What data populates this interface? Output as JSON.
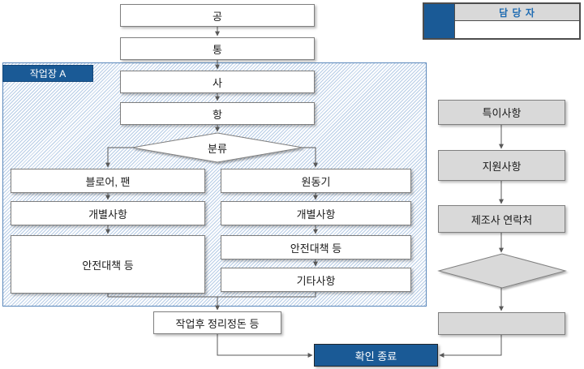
{
  "colors": {
    "accent_blue": "#1a5a96",
    "header_text_blue": "#1f6cb2",
    "box_gray": "#d9d9d9",
    "hatch_blue": "#b7cde6",
    "box_border_gray": "#7f7f7f",
    "connector_gray": "#595959"
  },
  "workspace": {
    "label": "작업장 A"
  },
  "top_flow": {
    "box1": "공",
    "box2": "통",
    "box3": "사",
    "box4": "항",
    "decision": "분류"
  },
  "left_branch": {
    "title": "블로어, 팬",
    "item1": "개별사항",
    "item2": "안전대책 등"
  },
  "right_branch": {
    "title": "원동기",
    "item1": "개별사항",
    "item2": "안전대책 등",
    "item3": "기타사항"
  },
  "bottom_flow": {
    "cleanup": "작업후 정리정돈 등",
    "finish": "확인 종료"
  },
  "side_flow": {
    "item1": "특이사항",
    "item2": "지원사항",
    "item3": "제조사 연락처",
    "decision": "",
    "final_box": ""
  },
  "responsible": {
    "header": "담 당 자",
    "value": ""
  }
}
